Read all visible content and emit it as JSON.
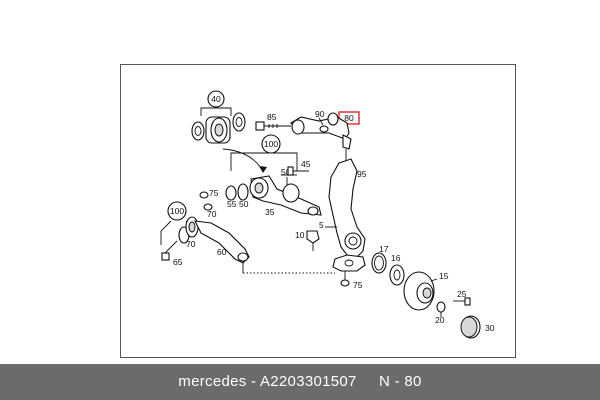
{
  "diagram": {
    "labels": {
      "l40": "40",
      "l85": "85",
      "l90": "90",
      "l80": "80",
      "l45": "45",
      "l50a": "50",
      "l95": "95",
      "l100a": "100",
      "l75a": "75",
      "l70a": "70",
      "l55": "55",
      "l50b": "50",
      "l35": "35",
      "l5": "5",
      "l100b": "100",
      "l70b": "70",
      "l60": "60",
      "l65": "65",
      "l10": "10",
      "l17": "17",
      "l16": "16",
      "l15": "15",
      "l75b": "75",
      "l25": "25",
      "l20": "20",
      "l30": "30"
    },
    "highlight_color": "#e0242a"
  },
  "caption": {
    "brand": "mercedes",
    "separator": " - ",
    "part_number": "A2203301507",
    "gap": "     ",
    "position": "N - 80"
  }
}
